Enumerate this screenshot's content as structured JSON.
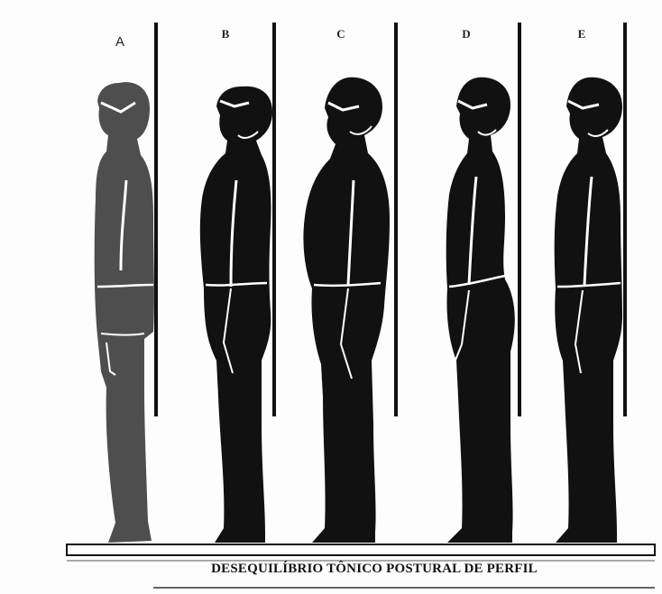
{
  "panels": [
    {
      "label": "A"
    },
    {
      "label": "B"
    },
    {
      "label": "C"
    },
    {
      "label": "D"
    },
    {
      "label": "E"
    }
  ],
  "caption": "DESEQUILÍBRIO TÔNICO POSTURAL DE PERFIL",
  "colors": {
    "figure_a": "#505050",
    "figure": "#111111",
    "plumb_line": "#111111",
    "outline": "#ffffff",
    "background": "#fdfdfd"
  }
}
